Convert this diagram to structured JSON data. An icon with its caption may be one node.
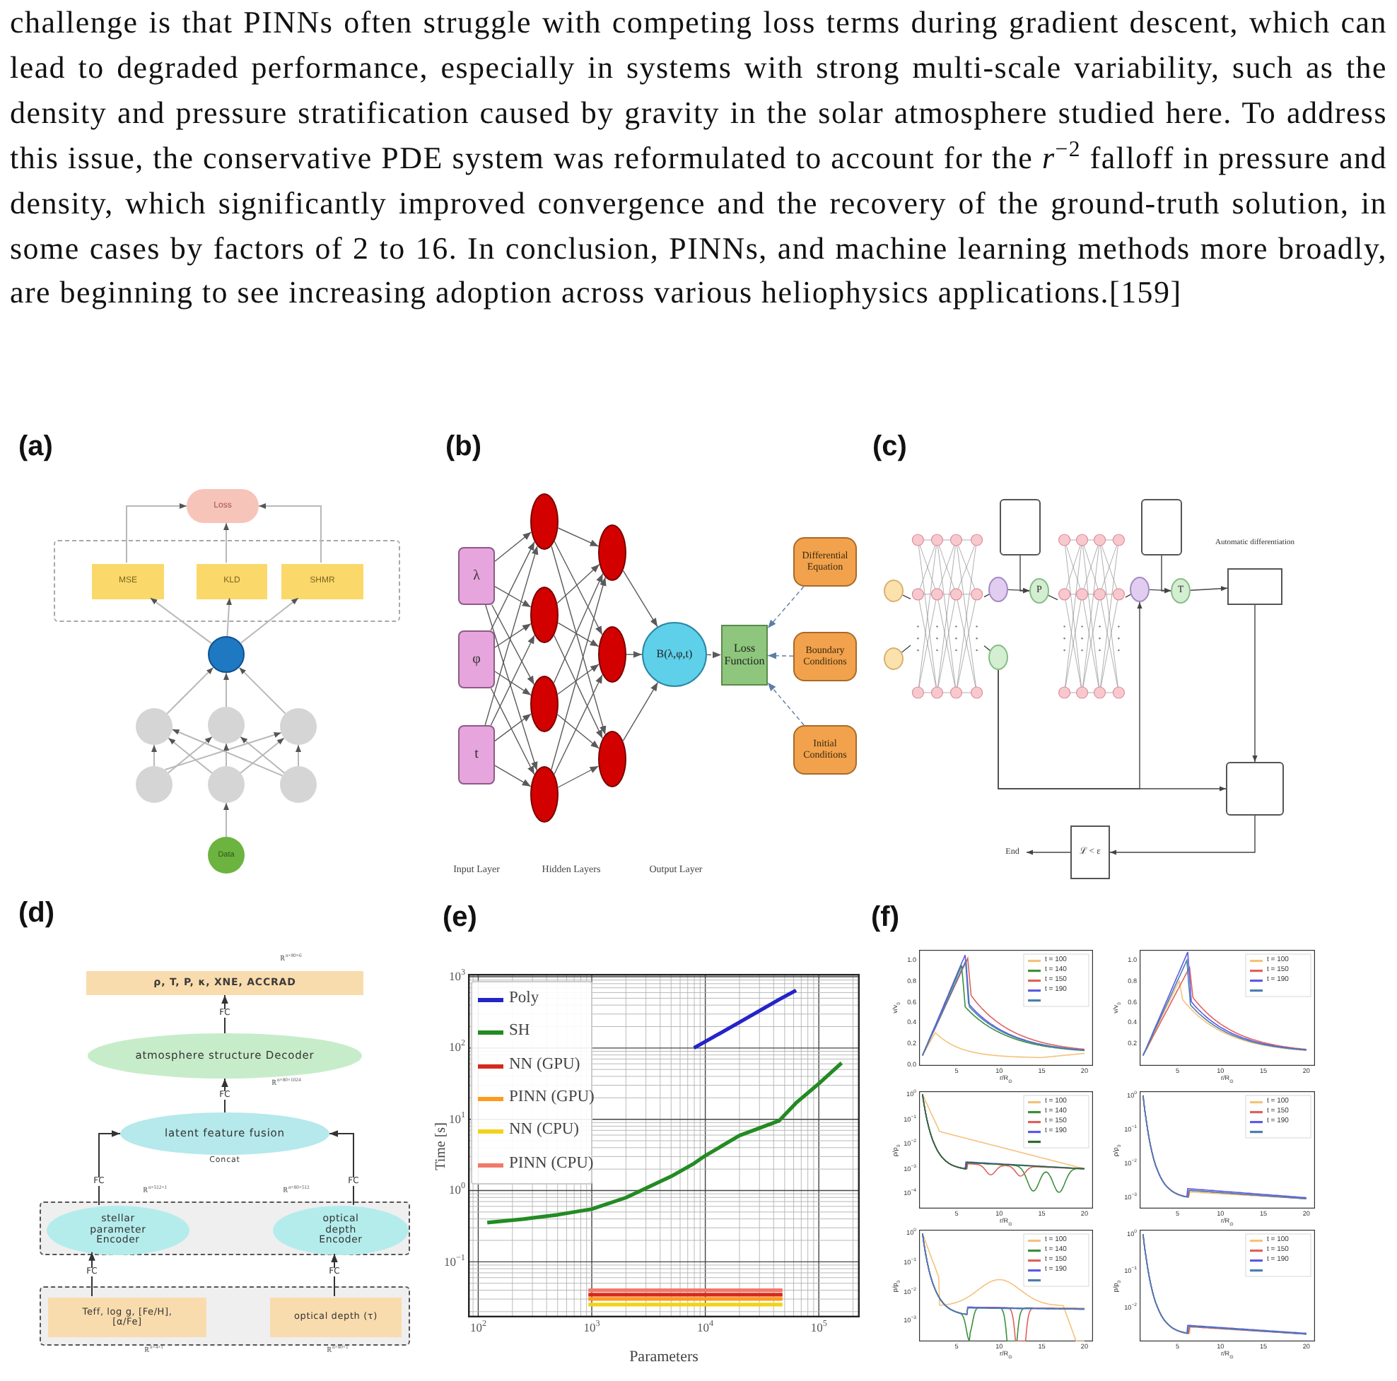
{
  "diagram": {
    "nodes": [
      {
        "text": [
          "Loss"
        ]
      },
      {
        "text": [],
        "shape": "box"
      },
      {
        "text": [
          "MSE"
        ],
        "in": 1
      },
      {
        "text": [
          "KLD"
        ],
        "in": 1
      },
      {
        "text": [
          "SHMR"
        ],
        "in": 1
      },
      {
        "text": [],
        "shape": "circle"
      },
      {
        "text": [],
        "shape": "circle"
      },
      {
        "text": [],
        "shape": "circle"
      },
      {
        "text": [],
        "shape": "circle"
      },
      {
        "text": [],
        "shape": "circle"
      },
      {
        "text": [],
        "shape": "circle"
      },
      {
        "text": [],
        "shape": "circle"
      },
      {
        "text": [
          "Data"
        ]
      },
      {
        "text": [
          "λ"
        ]
      },
      {
        "text": [
          "φ"
        ]
      },
      {
        "text": [
          "t"
        ]
      },
      {
        "text": [],
        "shape": "circle"
      },
      {
        "text": [],
        "shape": "circle"
      },
      {
        "text": [],
        "shape": "circle"
      },
      {
        "text": [],
        "shape": "circle"
      },
      {
        "text": [],
        "shape": "circle"
      },
      {
        "text": [],
        "shape": "circle"
      },
      {
        "text": [],
        "shape": "circle"
      },
      {
        "text": [
          "B(λ,φ,t)"
        ]
      },
      {
        "text": [
          "Loss Function"
        ]
      },
      {
        "text": [
          "Differential Equation"
        ]
      },
      {
        "text": [
          "Boundary Conditions"
        ]
      },
      {
        "text": [
          "Initial Conditions"
        ]
      },
      {
        "text": [],
        "shape": "circle"
      },
      {
        "text": [],
        "shape": "circle"
      },
      {
        "text": [],
        "shape": "picture"
      },
      {
        "text": [],
        "shape": "circle"
      },
      {
        "text": [],
        "shape": "circle"
      },
      {
        "text": [],
        "shape": "box"
      },
      {
        "text": [
          "P"
        ]
      },
      {
        "text": [],
        "shape": "picture"
      },
      {
        "text": [],
        "shape": "circle"
      },
      {
        "text": [],
        "shape": "box"
      },
      {
        "text": [
          "T"
        ]
      },
      {
        "text": [
          "Automatic differentiation"
        ]
      },
      {
        "text": [],
        "shape": "box"
      },
      {
        "text": [
          "ℒ < ε"
        ]
      },
      {
        "text": [
          "End"
        ]
      },
      {
        "text": [
          "ρ, T, P, κ, XNE, ACCRAD"
        ]
      },
      {
        "text": [
          "atmosphere structure Decoder"
        ]
      },
      {
        "text": [
          "latent feature fusion"
        ],
        "beside": [
          "Concat"
        ]
      },
      {
        "text": [],
        "shape": "box"
      },
      {
        "text": [
          "stellar parameter Encoder"
        ],
        "in": 46
      },
      {
        "text": [
          "optical depth Encoder"
        ],
        "in": 46
      },
      {
        "text": [],
        "shape": "box"
      },
      {
        "text": [
          "Teff, log g, [Fe/H], [α/Fe]"
        ],
        "in": 49
      },
      {
        "text": [
          "optical depth (τ)"
        ],
        "in": 49
      }
    ],
    "edges": [
      {
        "from": 2,
        "to": 0,
        "arrow": "to",
        "color": "#b8b8b8"
      },
      {
        "from": 3,
        "to": 0,
        "arrow": "to",
        "color": "#b8b8b8"
      },
      {
        "from": 4,
        "to": 0,
        "arrow": "to",
        "color": "#b8b8b8"
      },
      {
        "from": 5,
        "to": 2,
        "arrow": "to",
        "color": "#b8b8b8"
      },
      {
        "from": 5,
        "to": 3,
        "arrow": "to",
        "color": "#b8b8b8"
      },
      {
        "from": 5,
        "to": 4,
        "arrow": "to",
        "color": "#b8b8b8"
      },
      {
        "from": 6,
        "to": 5,
        "arrow": "to",
        "color": "#b8b8b8"
      },
      {
        "from": 7,
        "to": 5,
        "arrow": "to",
        "color": "#b8b8b8"
      },
      {
        "from": 8,
        "to": 5,
        "arrow": "to",
        "color": "#b8b8b8"
      },
      {
        "from": 9,
        "to": 6,
        "arrow": "to",
        "color": "#b8b8b8"
      },
      {
        "from": 9,
        "to": 7,
        "arrow": "to",
        "color": "#b8b8b8"
      },
      {
        "from": 9,
        "to": 8,
        "arrow": "to",
        "color": "#b8b8b8"
      },
      {
        "from": 10,
        "to": 6,
        "arrow": "to",
        "color": "#b8b8b8"
      },
      {
        "from": 10,
        "to": 7,
        "arrow": "to",
        "color": "#b8b8b8"
      },
      {
        "from": 10,
        "to": 8,
        "arrow": "to",
        "color": "#b8b8b8"
      },
      {
        "from": 11,
        "to": 6,
        "arrow": "to",
        "color": "#b8b8b8"
      },
      {
        "from": 11,
        "to": 7,
        "arrow": "to",
        "color": "#b8b8b8"
      },
      {
        "from": 11,
        "to": 8,
        "arrow": "to",
        "color": "#b8b8b8"
      },
      {
        "from": 12,
        "to": 10,
        "arrow": "to",
        "color": "#b8b8b8"
      },
      {
        "from": 13,
        "to": 16,
        "arrow": "to"
      },
      {
        "from": 13,
        "to": 17,
        "arrow": "to"
      },
      {
        "from": 13,
        "to": 18,
        "arrow": "to"
      },
      {
        "from": 13,
        "to": 19,
        "arrow": "to"
      },
      {
        "from": 14,
        "to": 16,
        "arrow": "to"
      },
      {
        "from": 14,
        "to": 17,
        "arrow": "to"
      },
      {
        "from": 14,
        "to": 18,
        "arrow": "to"
      },
      {
        "from": 14,
        "to": 19,
        "arrow": "to"
      },
      {
        "from": 15,
        "to": 16,
        "arrow": "to"
      },
      {
        "from": 15,
        "to": 17,
        "arrow": "to"
      },
      {
        "from": 15,
        "to": 18,
        "arrow": "to"
      },
      {
        "from": 15,
        "to": 19,
        "arrow": "to"
      },
      {
        "from": 16,
        "to": 20,
        "arrow": "to"
      },
      {
        "from": 16,
        "to": 21,
        "arrow": "to"
      },
      {
        "from": 16,
        "to": 22,
        "arrow": "to"
      },
      {
        "from": 17,
        "to": 20,
        "arrow": "to"
      },
      {
        "from": 17,
        "to": 21,
        "arrow": "to"
      },
      {
        "from": 17,
        "to": 22,
        "arrow": "to"
      },
      {
        "from": 18,
        "to": 20,
        "arrow": "to"
      },
      {
        "from": 18,
        "to": 21,
        "arrow": "to"
      },
      {
        "from": 18,
        "to": 22,
        "arrow": "to"
      },
      {
        "from": 19,
        "to": 20,
        "arrow": "to"
      },
      {
        "from": 19,
        "to": 21,
        "arrow": "to"
      },
      {
        "from": 19,
        "to": 22,
        "arrow": "to"
      },
      {
        "from": 20,
        "to": 23,
        "arrow": "to"
      },
      {
        "from": 21,
        "to": 23,
        "arrow": "to"
      },
      {
        "from": 22,
        "to": 23,
        "arrow": "to"
      },
      {
        "from": 23,
        "to": 24,
        "arrow": "to",
        "style": "dashed"
      },
      {
        "from": 25,
        "to": 24,
        "arrow": "to",
        "style": "dashed",
        "color": "#5b7fa6"
      },
      {
        "from": 26,
        "to": 24,
        "arrow": "to",
        "style": "dashed",
        "color": "#5b7fa6"
      },
      {
        "from": 27,
        "to": 24,
        "arrow": "to",
        "style": "dashed",
        "color": "#5b7fa6"
      },
      {
        "from": 28,
        "to": 30,
        "arrow": "none"
      },
      {
        "from": 29,
        "to": 30,
        "arrow": "none"
      },
      {
        "from": 30,
        "to": 31,
        "arrow": "none"
      },
      {
        "from": 30,
        "to": 32,
        "arrow": "none"
      },
      {
        "from": 31,
        "to": 34,
        "arrow": "to"
      },
      {
        "from": 33,
        "to": 34,
        "arrow": "to"
      },
      {
        "from": 34,
        "to": 35,
        "arrow": "none"
      },
      {
        "from": 35,
        "to": 36,
        "arrow": "none"
      },
      {
        "from": 36,
        "to": 38,
        "arrow": "to"
      },
      {
        "from": 37,
        "to": 38,
        "arrow": "to"
      },
      {
        "from": 38,
        "to": 39,
        "arrow": "to"
      },
      {
        "from": 39,
        "to": 40,
        "arrow": "to"
      },
      {
        "from": 32,
        "to": 36,
        "arrow": "to"
      },
      {
        "from": 32,
        "to": 40,
        "arrow": "to"
      },
      {
        "from": 40,
        "to": 41,
        "arrow": "to"
      },
      {
        "from": 41,
        "to": 42,
        "arrow": "to"
      },
      {
        "from": 50,
        "to": 47,
        "arrow": "to",
        "label": "FC"
      },
      {
        "from": 51,
        "to": 48,
        "arrow": "to",
        "label": "FC"
      },
      {
        "from": 47,
        "to": 45,
        "arrow": "to",
        "label": "FC"
      },
      {
        "from": 48,
        "to": 45,
        "arrow": "to",
        "label": "FC"
      },
      {
        "from": 45,
        "to": 44,
        "arrow": "to",
        "label": "FC"
      },
      {
        "from": 44,
        "to": 43,
        "arrow": "to",
        "label": "FC"
      }
    ],
    "labels": [
      "challenge is that PINNs often struggle with competing loss terms during gradient descent, which can lead to degraded performance, especially in systems with strong multi-scale variability, such as the density and pressure stratification caused by gravity in the solar atmosphere studied here. To address this issue, the conservative PDE system was reformulated to account for the *r*$^{−2}$ falloff in pressure and density, which significantly improved convergence and the recovery of the ground-truth solution, in some cases by factors of 2 to 16. In conclusion, PINNs, and machine learning methods more broadly, are beginning to see increasing adoption across various heliophysics applications.[159]",
      "(a)",
      "(b)",
      "(c)",
      "Input Layer",
      "Hidden Layers",
      "Output Layer",
      "(d)",
      "(e)",
      "(f)",
      "ℝ$^{n×80×6}$",
      "ℝ$^{n×80×1024}$",
      "ℝ$^{n×512×1}$",
      "ℝ$^{n×80×512}$",
      "ℝ$^{n×4×1}$",
      "ℝ$^{n×80×1}$",
      "10$^{3}$",
      "10$^{2}$",
      "10$^{1}$",
      "10$^{0}$",
      "10$^{−1}$",
      "10$^{2}$",
      "10$^{3}$",
      "10$^{4}$",
      "10$^{5}$",
      "Parameters",
      "Time [s]",
      "1.0",
      "0.8",
      "0.6",
      "0.4",
      "0.2",
      "0.0",
      "5",
      "10",
      "15",
      "20",
      "r/R$_{⊙}$",
      "v/v$_{0}$",
      "1.0",
      "0.8",
      "0.6",
      "0.4",
      "0.2",
      "5",
      "10",
      "15",
      "20",
      "r/R$_{⊙}$",
      "v/v$_{0}$",
      "10$^{0}$",
      "10$^{−1}$",
      "10$^{−2}$",
      "10$^{−3}$",
      "10$^{−4}$",
      "5",
      "10",
      "15",
      "20",
      "r/R$_{⊙}$",
      "ρ/ρ$_{0}$",
      "10$^{0}$",
      "10$^{−1}$",
      "10$^{−2}$",
      "10$^{−3}$",
      "5",
      "10",
      "15",
      "20",
      "r/R$_{⊙}$",
      "ρ/ρ$_{0}$",
      "10$^{0}$",
      "10$^{−1}$",
      "10$^{−2}$",
      "10$^{−3}$",
      "5",
      "10",
      "15",
      "20",
      "r/R$_{⊙}$",
      "p/p$_{0}$",
      "10$^{0}$",
      "10$^{−1}$",
      "10$^{−2}$",
      "5",
      "10",
      "15",
      "20",
      "r/R$_{⊙}$",
      "p/p$_{0}$"
    ],
    "legend": [
      {
        "text": "Poly"
      },
      {
        "text": "SH"
      },
      {
        "text": "NN (GPU)"
      },
      {
        "text": "PINN (GPU)"
      },
      {
        "text": "NN (CPU)"
      },
      {
        "text": "PINN (CPU)"
      },
      {
        "text": "t = 100"
      },
      {
        "text": "t = 140"
      },
      {
        "text": "t = 150"
      },
      {
        "text": "t = 190"
      },
      {
        "text": "t = 100"
      },
      {
        "text": "t = 150"
      },
      {
        "text": "t = 190"
      },
      {
        "text": "t = 100"
      },
      {
        "text": "t = 140"
      },
      {
        "text": "t = 150"
      },
      {
        "text": "t = 190"
      },
      {
        "text": "t = 100"
      },
      {
        "text": "t = 150"
      },
      {
        "text": "t = 190"
      },
      {
        "text": "t = 100"
      },
      {
        "text": "t = 140"
      },
      {
        "text": "t = 150"
      },
      {
        "text": "t = 190"
      },
      {
        "text": "t = 100"
      },
      {
        "text": "t = 150"
      },
      {
        "text": "t = 190"
      }
    ]
  }
}
